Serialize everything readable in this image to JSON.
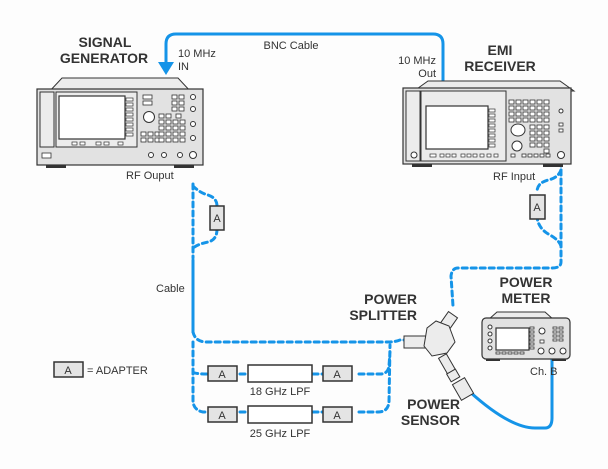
{
  "diagram": {
    "signal_generator": {
      "title_line1": "SIGNAL",
      "title_line2": "GENERATOR",
      "ref_in_line1": "10 MHz",
      "ref_in_line2": "IN",
      "rf_output": "RF Ouput"
    },
    "emi_receiver": {
      "title_line1": "EMI",
      "title_line2": "RECEIVER",
      "ref_out_line1": "10 MHz",
      "ref_out_line2": "Out",
      "rf_input": "RF Input"
    },
    "bnc_cable": "BNC Cable",
    "cable": "Cable",
    "power_splitter": {
      "title_line1": "POWER",
      "title_line2": "SPLITTER"
    },
    "power_meter": {
      "title_line1": "POWER",
      "title_line2": "METER",
      "channel": "Ch. B"
    },
    "power_sensor": {
      "title_line1": "POWER",
      "title_line2": "SENSOR"
    },
    "adapter_letter": "A",
    "legend": {
      "symbol": "A",
      "text": "= ADAPTER"
    },
    "filters": [
      {
        "label": "18 GHz LPF"
      },
      {
        "label": "25 GHz LPF"
      }
    ],
    "colors": {
      "cable": "#1594e8",
      "instrument": "#e2e2e2",
      "outline": "#333333"
    }
  }
}
